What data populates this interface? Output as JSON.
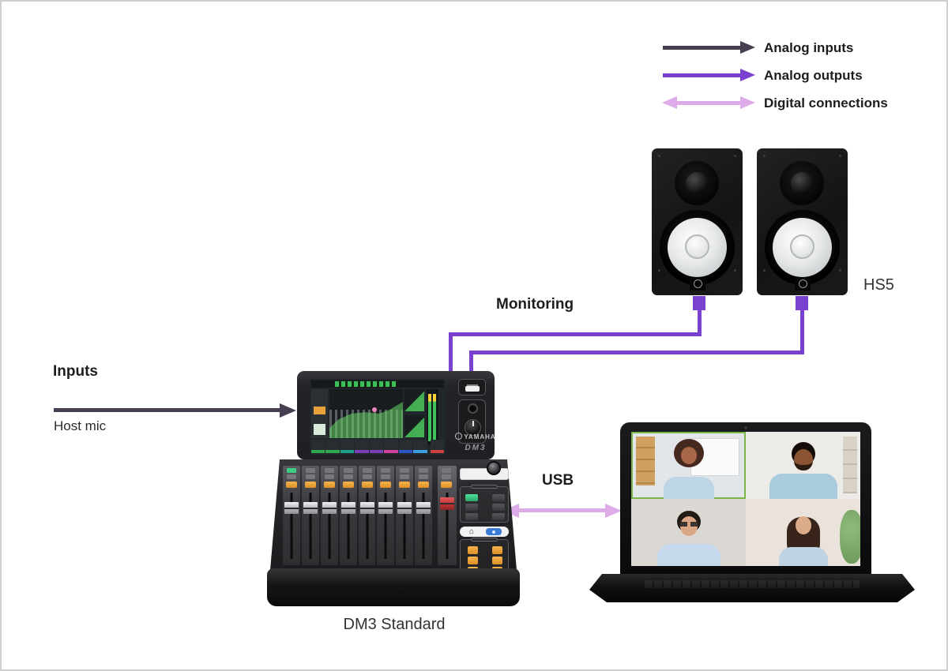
{
  "canvas": {
    "background": "#ffffff",
    "border_color": "#cfcfcf"
  },
  "colors": {
    "analog_inputs": "#473e52",
    "analog_outputs": "#7a40d0",
    "digital_connections": "#dcabe8",
    "active_speaker_border": "#7ab648"
  },
  "legend": {
    "items": [
      {
        "label": "Analog inputs",
        "color": "#473e52",
        "arrow_style": "single"
      },
      {
        "label": "Analog outputs",
        "color": "#7a40d0",
        "arrow_style": "single"
      },
      {
        "label": "Digital connections",
        "color": "#dcabe8",
        "arrow_style": "double"
      }
    ]
  },
  "connections": {
    "inputs": {
      "title": "Inputs",
      "subtitle": "Host mic",
      "type": "analog-input"
    },
    "monitoring": {
      "title": "Monitoring",
      "type": "analog-output"
    },
    "usb": {
      "title": "USB",
      "type": "digital"
    }
  },
  "nodes": {
    "speakers": {
      "label": "HS5",
      "count": 2
    },
    "mixer": {
      "caption": "DM3 Standard",
      "brand": "YAMAHA",
      "model": "DM3"
    },
    "laptop": {
      "description": "video-conference-grid",
      "participants": 4
    }
  }
}
